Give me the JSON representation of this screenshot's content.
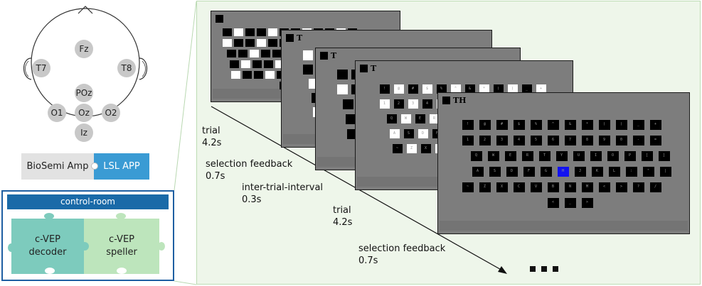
{
  "electrodes": [
    "Fz",
    "T7",
    "T8",
    "POz",
    "O1",
    "Oz",
    "O2",
    "Iz"
  ],
  "amp": {
    "biosemi": "BioSemi Amp",
    "lsl": "LSL APP"
  },
  "control_room": {
    "title": "control-room",
    "decoder_line1": "c-VEP",
    "decoder_line2": "decoder",
    "speller_line1": "c-VEP",
    "speller_line2": "speller"
  },
  "screens": [
    {
      "prefix": ""
    },
    {
      "prefix": "T"
    },
    {
      "prefix": "T"
    },
    {
      "prefix": "T"
    },
    {
      "prefix": "TH"
    }
  ],
  "timeline": [
    {
      "label": "trial",
      "duration": "4.2s"
    },
    {
      "label": "selection feedback",
      "duration": "0.7s"
    },
    {
      "label": "inter-trial-interval",
      "duration": "0.3s"
    },
    {
      "label": "trial",
      "duration": "4.2s"
    },
    {
      "label": "selection feedback",
      "duration": "0.7s"
    }
  ],
  "front_keyboard": {
    "rows": [
      [
        "!",
        "@",
        "#",
        "$",
        "%",
        "^",
        "&",
        "*",
        "(",
        ")",
        "_",
        "+"
      ],
      [
        "1",
        "2",
        "3",
        "4",
        "5",
        "6",
        "7",
        "8",
        "9",
        "0",
        "-",
        "="
      ],
      [
        "Q",
        "W",
        "E",
        "R",
        "T",
        "Y",
        "U",
        "I",
        "O",
        "P",
        "[",
        "]"
      ],
      [
        "A",
        "S",
        "D",
        "F",
        "G",
        "H",
        "J",
        "K",
        "L",
        ":",
        "\"",
        "|"
      ],
      [
        "~",
        "Z",
        "X",
        "C",
        "V",
        "B",
        "N",
        "M",
        "<",
        ">",
        "?",
        "/"
      ],
      [
        "<",
        "_",
        ">"
      ]
    ],
    "highlight_color": "#1212f0"
  }
}
